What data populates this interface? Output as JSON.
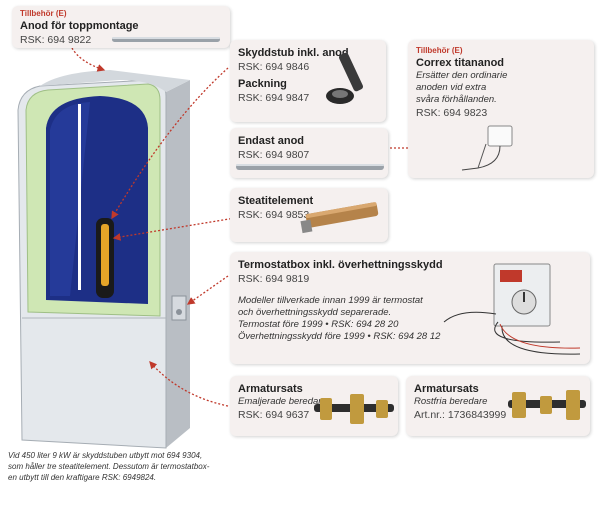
{
  "anod_topp": {
    "tag": "Tillbehör (E)",
    "title": "Anod för toppmontage",
    "rsk": "RSK: 694 9822"
  },
  "skyddstub": {
    "title1": "Skyddstub inkl. anod",
    "rsk1": "RSK: 694 9846",
    "title2": "Packning",
    "rsk2": "RSK: 694 9847"
  },
  "correx": {
    "tag": "Tillbehör (E)",
    "title": "Correx titananod",
    "desc": [
      "Ersätter den ordinarie",
      "anoden vid extra",
      "svåra förhållanden."
    ],
    "rsk": "RSK: 694 9823"
  },
  "endast_anod": {
    "title": "Endast anod",
    "rsk": "RSK: 694 9807"
  },
  "steatit": {
    "title": "Steatitelement",
    "rsk": "RSK: 694 9853"
  },
  "termostat": {
    "title": "Termostatbox inkl. överhettningsskydd",
    "rsk": "RSK: 694 9819",
    "notes": [
      "Modeller tillverkade innan 1999 är termostat",
      "och överhettningsskydd separerade.",
      "Termostat före 1999 • RSK: 694 28 20",
      "Överhettningsskydd före 1999 • RSK: 694 28 12"
    ]
  },
  "armatur1": {
    "title": "Armatursats",
    "sub": "Emaljerade beredare",
    "rsk": "RSK: 694 9637"
  },
  "armatur2": {
    "title": "Armatursats",
    "sub": "Rostfria beredare",
    "rsk": "Art.nr.: 1736843999"
  },
  "caption": [
    "Vid 450 liter 9 kW är skyddstuben utbytt mot 694 9304,",
    "som håller tre steatitelement. Dessutom är termostatbox-",
    "en utbytt till den kraftigare RSK: 6949824."
  ],
  "colors": {
    "accent": "#c0392b",
    "card": "#f5f0ef",
    "insulation": "#cfe7b4",
    "tank": "#1d2f86"
  }
}
